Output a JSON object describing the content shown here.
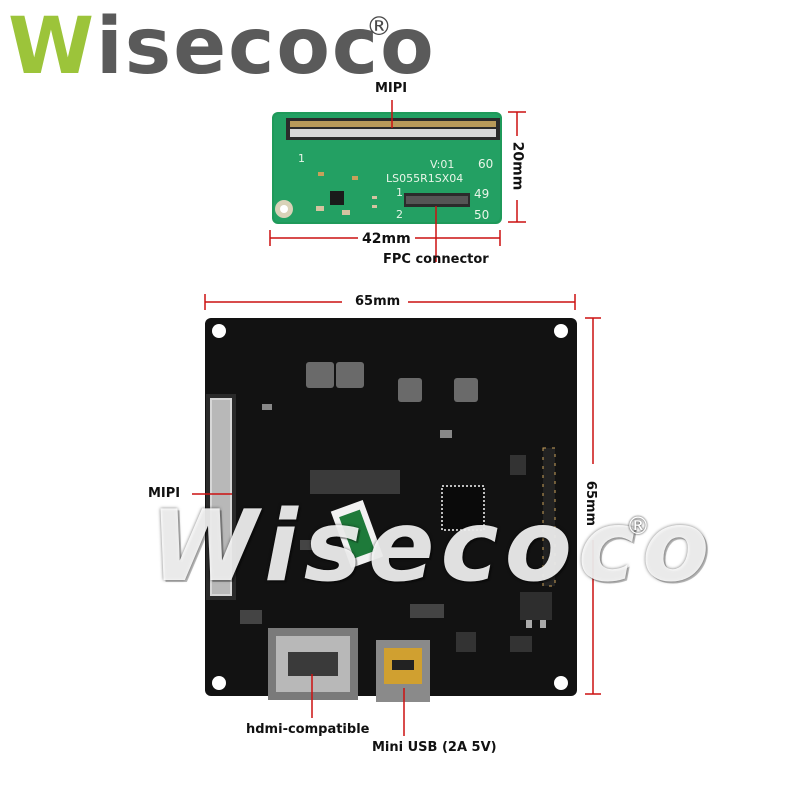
{
  "brand": {
    "logo_first": "W",
    "logo_rest": "isecoco",
    "registered": "®",
    "watermark": "Wisecoco",
    "watermark_registered": "®",
    "colors": {
      "green": "#9cc43a",
      "gray": "#5a5a5a"
    }
  },
  "small_board": {
    "connector_top_label": "MIPI",
    "width_label": "42mm",
    "height_label": "20mm",
    "connector_bottom_label": "FPC connector",
    "silk": {
      "part": "LS055R1SX04",
      "pin_1_top": "1",
      "pin_60": "60",
      "version": "V:01",
      "pin_1": "1",
      "pin_2": "2",
      "pin_49": "49",
      "pin_50": "50"
    }
  },
  "main_board": {
    "width_label": "65mm",
    "height_label": "65mm",
    "mipi_label": "MIPI",
    "hdmi_label": "hdmi-compatible",
    "usb_label": "Mini USB (2A 5V)"
  }
}
